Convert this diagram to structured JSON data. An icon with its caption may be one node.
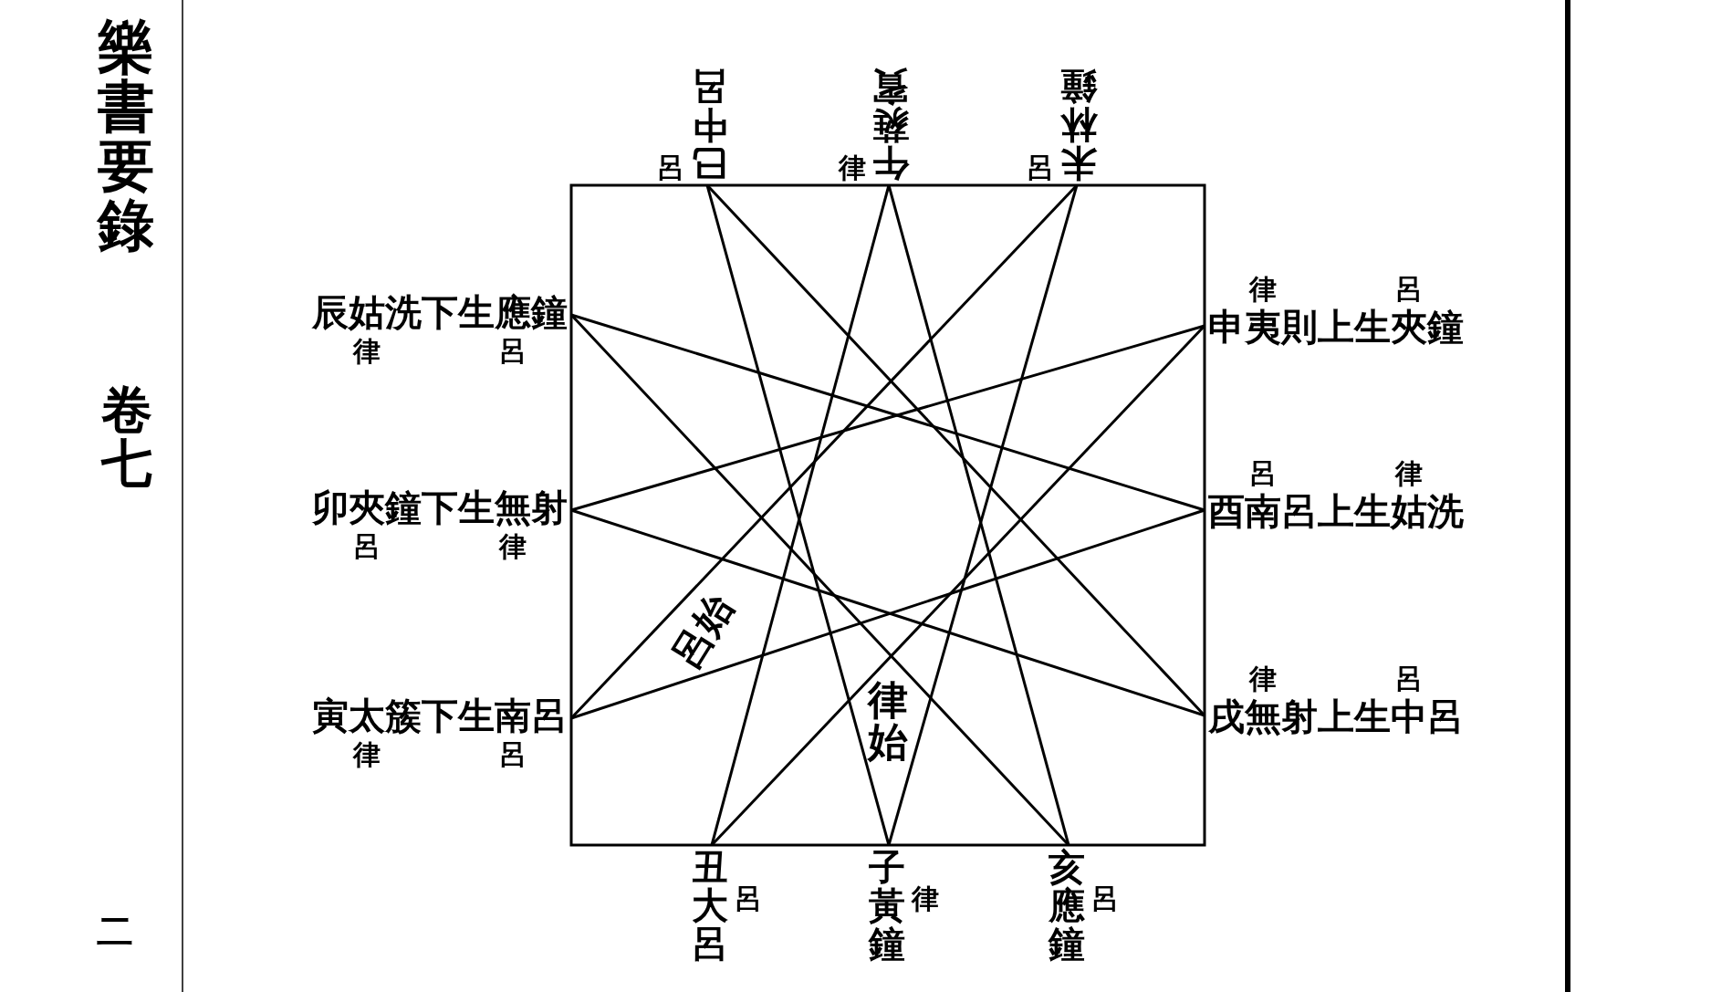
{
  "diagram": {
    "nodes": [
      {
        "text": [
          "子黃鐘"
        ],
        "beside": [
          "律"
        ]
      },
      {
        "text": [
          "丑大呂"
        ],
        "beside": [
          "呂"
        ]
      },
      {
        "text": [
          "寅太簇下生南呂"
        ],
        "beside": [
          "律",
          "呂"
        ]
      },
      {
        "text": [
          "卯夾鐘下生無射"
        ],
        "beside": [
          "呂",
          "律"
        ]
      },
      {
        "text": [
          "辰姑洗下生應鐘"
        ],
        "beside": [
          "律",
          "呂"
        ]
      },
      {
        "text": [
          "巳中呂"
        ],
        "beside": [
          "呂"
        ]
      },
      {
        "text": [
          "午蕤賓"
        ],
        "beside": [
          "律"
        ]
      },
      {
        "text": [
          "未林鐘"
        ],
        "beside": [
          "呂"
        ]
      },
      {
        "text": [
          "申夷則上生夾鐘"
        ],
        "beside": [
          "律",
          "呂"
        ]
      },
      {
        "text": [
          "酉南呂上生姑洗"
        ],
        "beside": [
          "呂",
          "律"
        ]
      },
      {
        "text": [
          "戌無射上生中呂"
        ],
        "beside": [
          "律",
          "呂"
        ]
      },
      {
        "text": [
          "亥應鐘"
        ],
        "beside": [
          "呂"
        ]
      }
    ],
    "edges": [
      {
        "from": 0,
        "to": 7,
        "arrow": "none"
      },
      {
        "from": 7,
        "to": 2,
        "arrow": "none"
      },
      {
        "from": 2,
        "to": 9,
        "arrow": "none"
      },
      {
        "from": 9,
        "to": 4,
        "arrow": "none"
      },
      {
        "from": 4,
        "to": 11,
        "arrow": "none"
      },
      {
        "from": 11,
        "to": 6,
        "arrow": "none"
      },
      {
        "from": 6,
        "to": 1,
        "arrow": "none"
      },
      {
        "from": 1,
        "to": 8,
        "arrow": "none"
      },
      {
        "from": 8,
        "to": 3,
        "arrow": "none"
      },
      {
        "from": 3,
        "to": 10,
        "arrow": "none"
      },
      {
        "from": 10,
        "to": 5,
        "arrow": "none"
      },
      {
        "from": 5,
        "to": 0,
        "arrow": "none"
      }
    ],
    "labels": [
      "樂書要錄",
      "卷七",
      "呂始",
      "律始",
      "二"
    ]
  }
}
